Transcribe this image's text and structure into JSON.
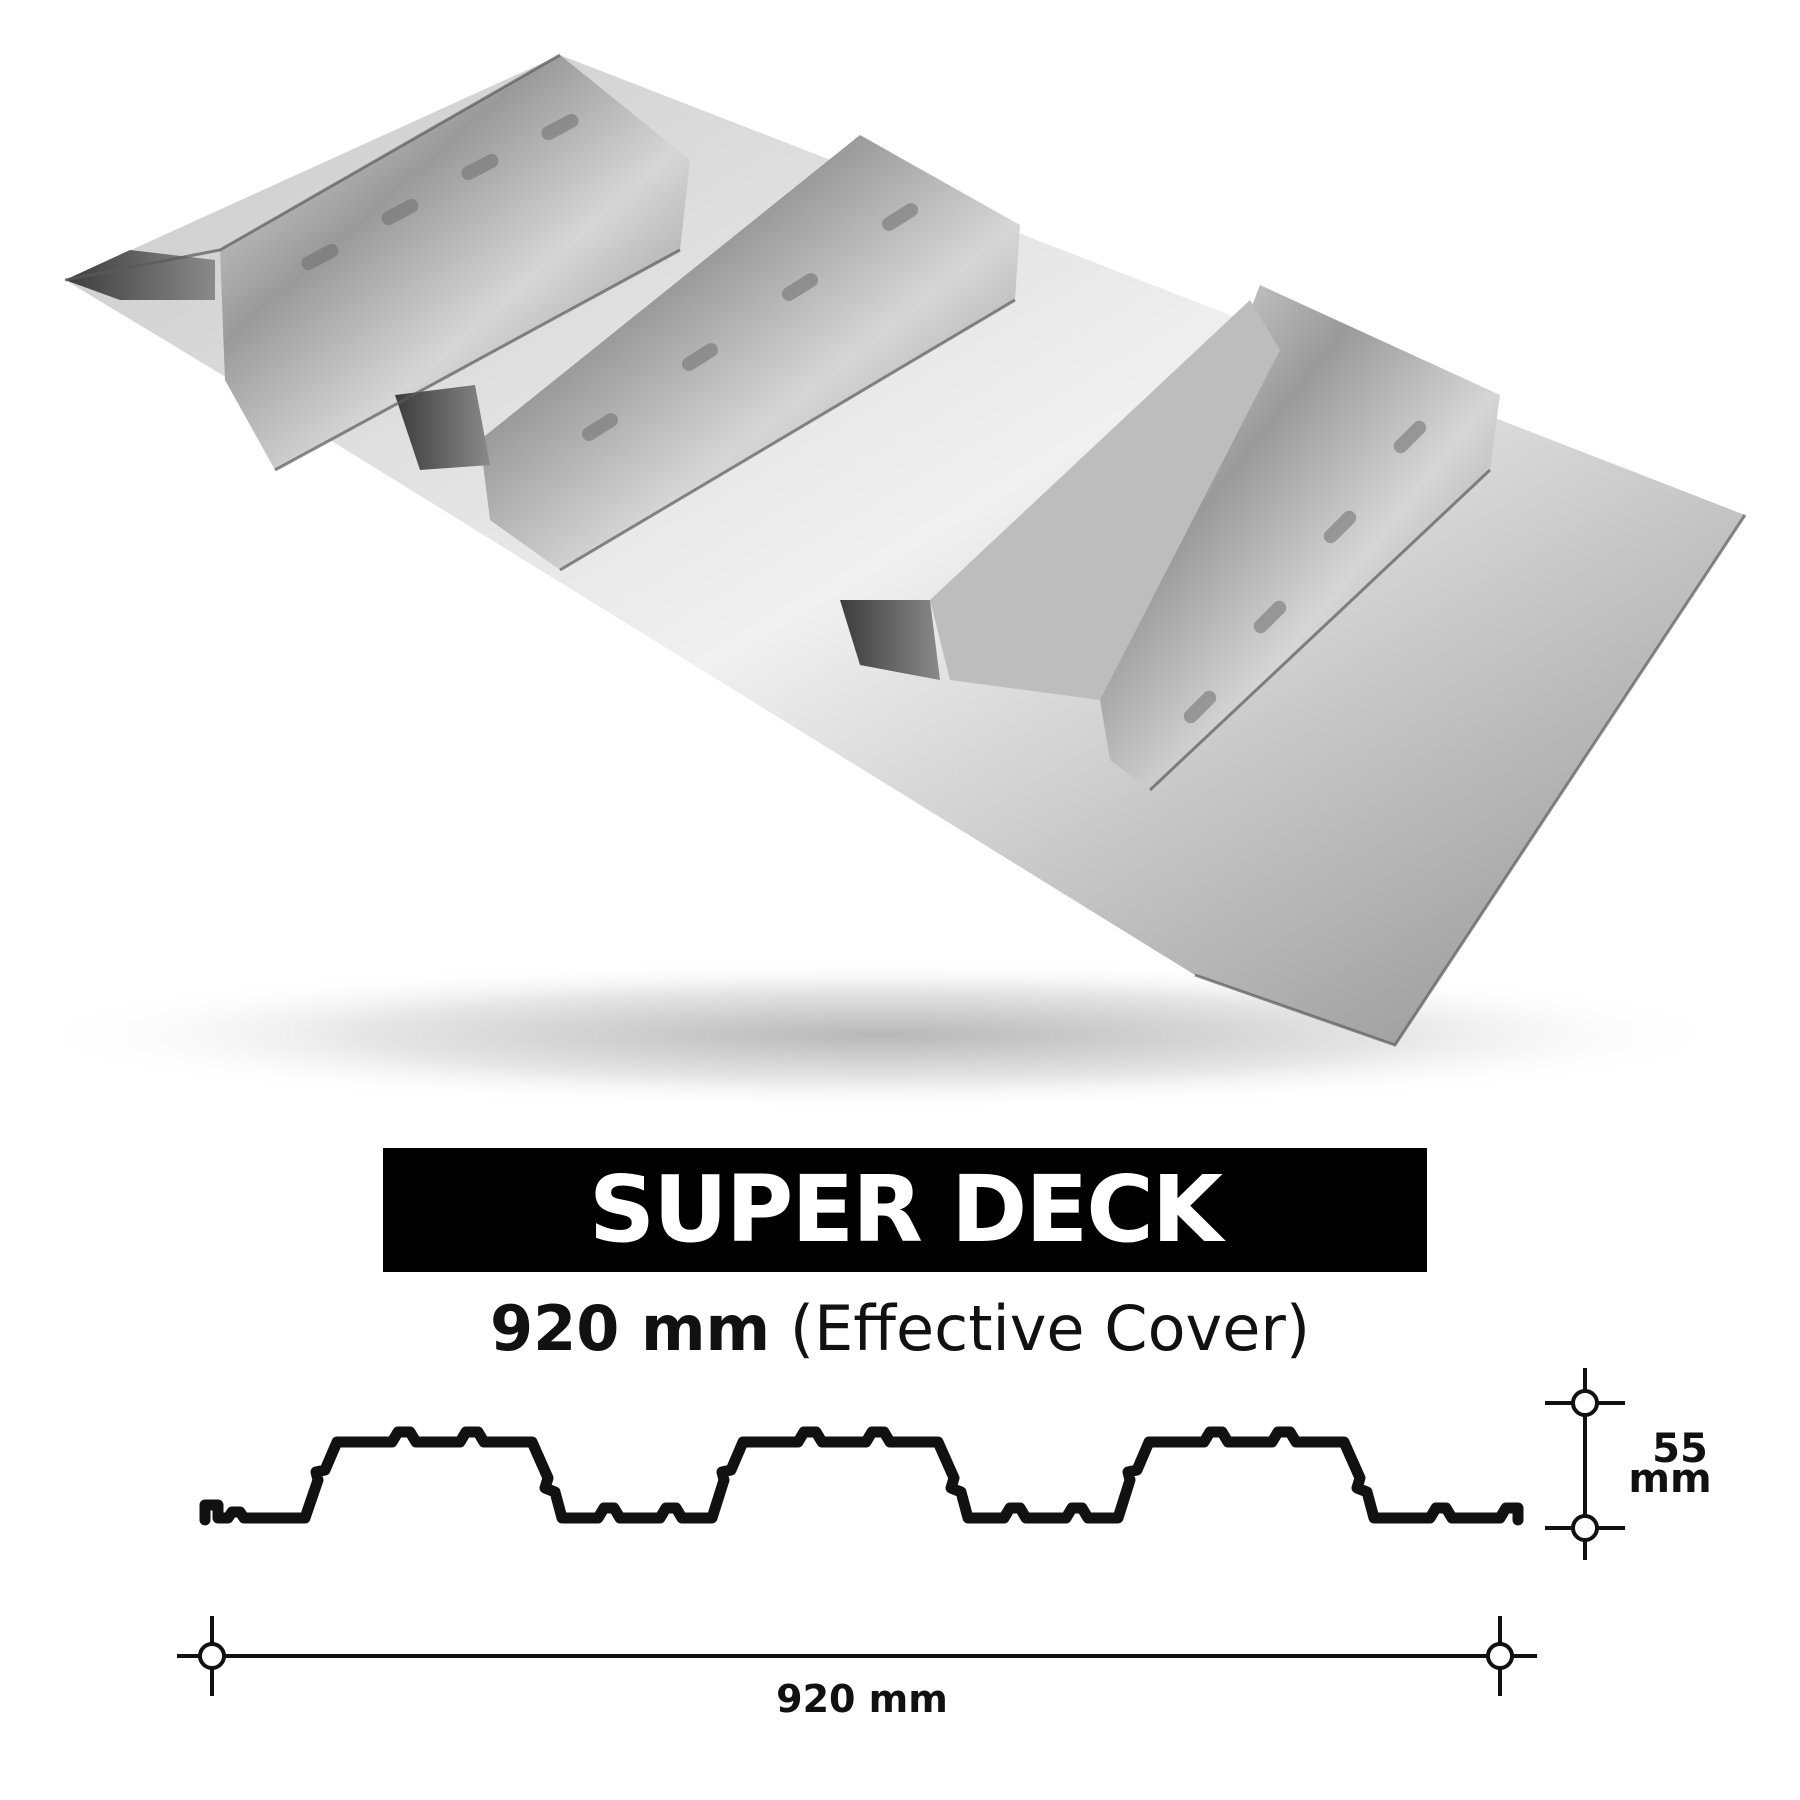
{
  "title": "SUPER DECK",
  "subtitle": {
    "value": "920 mm",
    "note": "(Effective Cover)"
  },
  "dimensions": {
    "height_value": "55",
    "height_unit": "mm",
    "width_label": "920 mm"
  },
  "colors": {
    "banner_bg": "#000000",
    "banner_text": "#ffffff",
    "line": "#111111"
  }
}
